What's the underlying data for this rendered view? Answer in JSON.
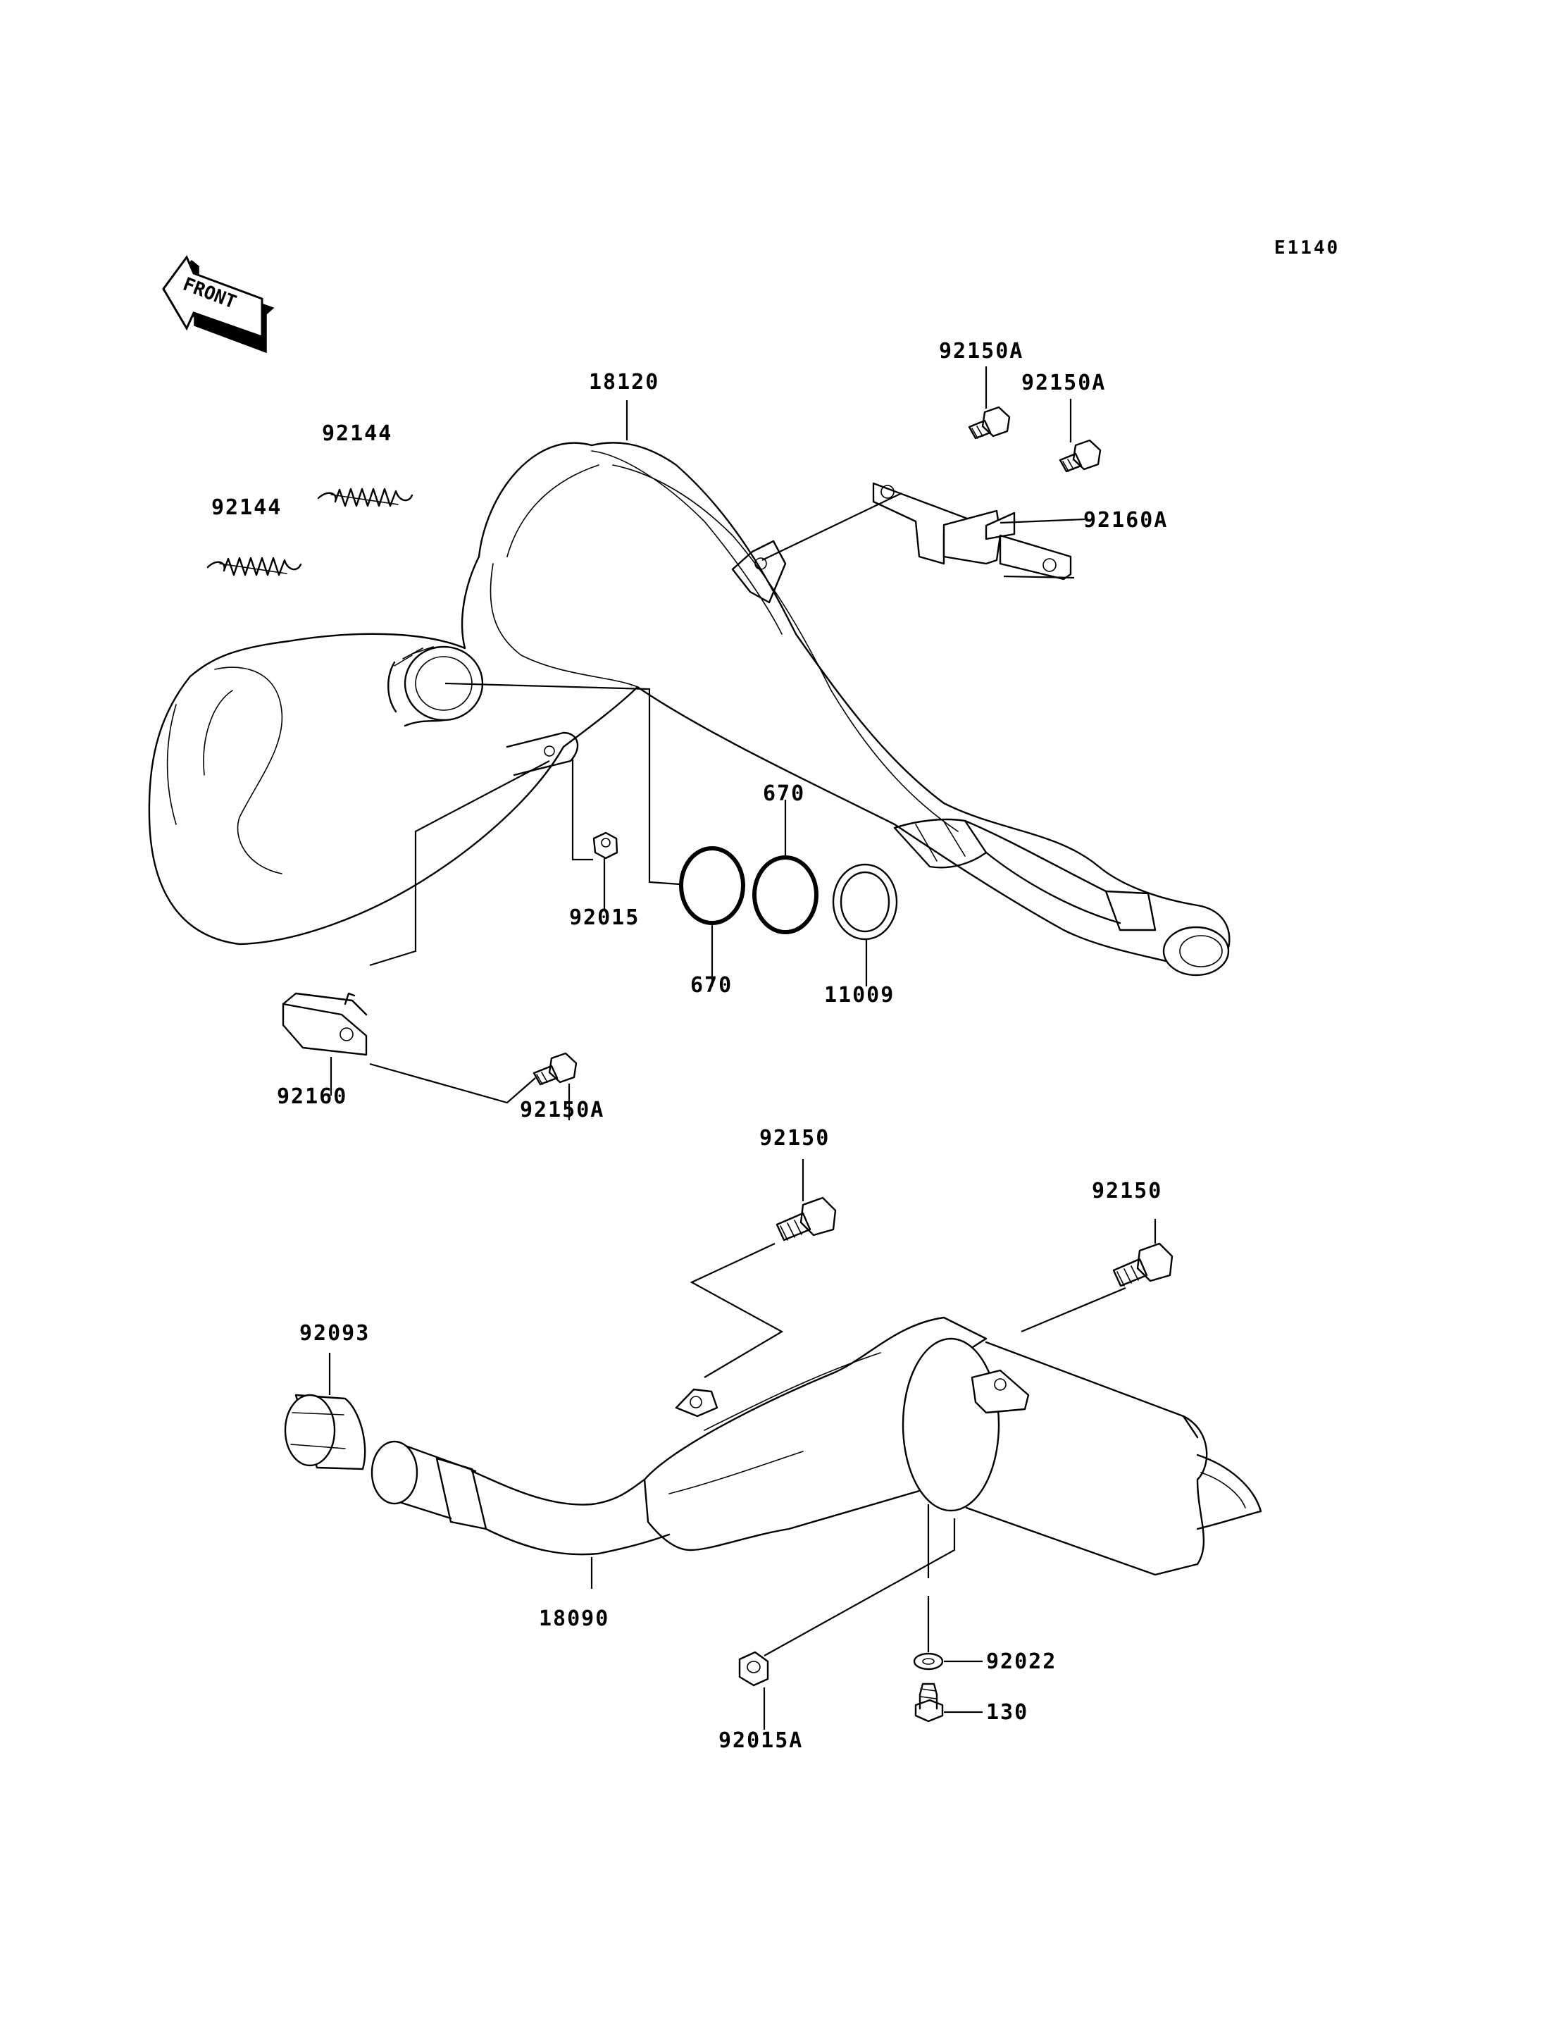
{
  "diagram": {
    "ref_code": "E1140",
    "front_label": "FRONT",
    "callouts": {
      "c18120": "18120",
      "c92144a": "92144",
      "c92144b": "92144",
      "c92150A_top1": "92150A",
      "c92150A_top2": "92150A",
      "c92160A": "92160A",
      "c92015": "92015",
      "c670a": "670",
      "c670b": "670",
      "c11009": "11009",
      "c92160": "92160",
      "c92150A_low": "92150A",
      "c92150_left": "92150",
      "c92150_right": "92150",
      "c92093": "92093",
      "c18090": "18090",
      "c92015A": "92015A",
      "c92022": "92022",
      "c130": "130"
    },
    "icons": {
      "front_arrow": "front-arrow-icon",
      "spring": "spring-icon",
      "bolt": "bolt-icon",
      "nut": "nut-icon",
      "bracket": "bracket-icon",
      "o_ring": "o-ring-icon",
      "gasket": "gasket-icon",
      "washer": "washer-icon",
      "collar": "collar-icon"
    }
  }
}
